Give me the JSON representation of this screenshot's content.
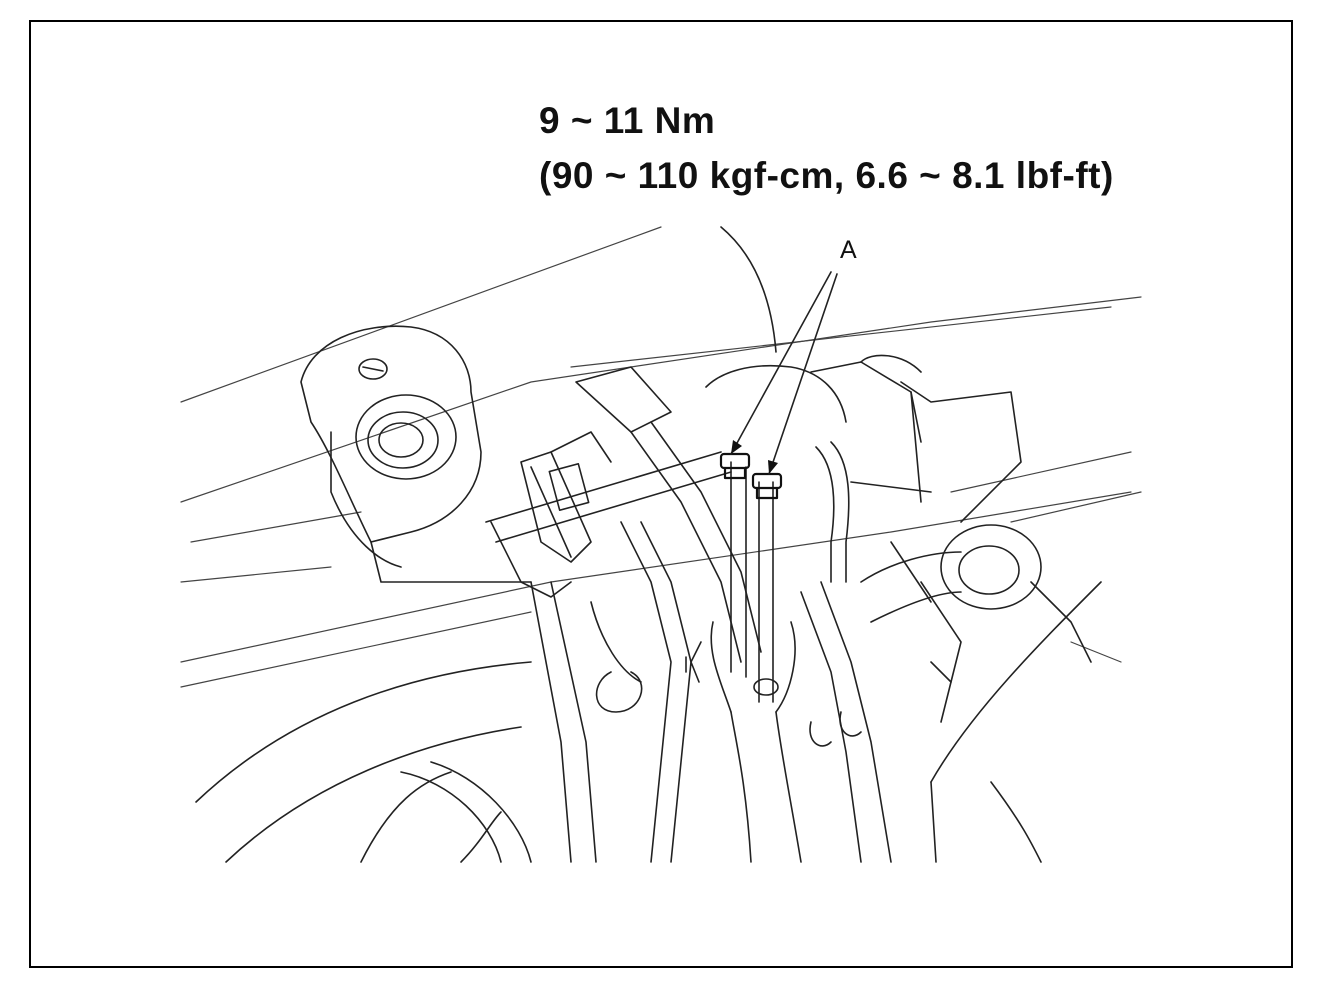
{
  "torque_spec": {
    "line1": "9 ~ 11 Nm",
    "line2": "(90 ~ 110 kgf-cm, 6.6 ~ 8.1 lbf-ft)"
  },
  "callouts": {
    "a": "A"
  }
}
